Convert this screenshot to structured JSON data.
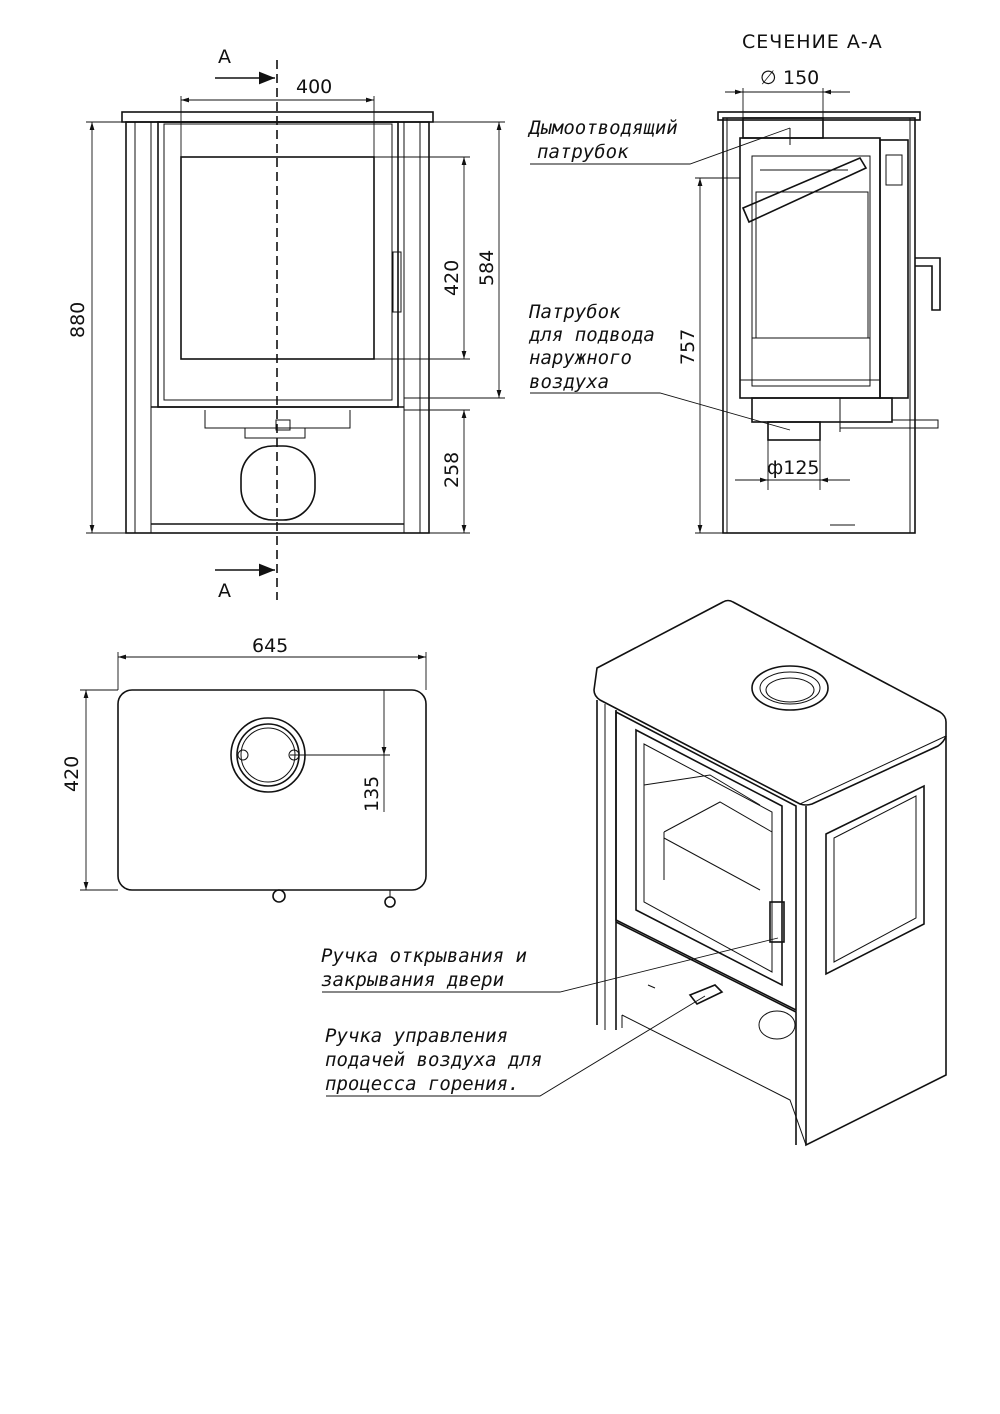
{
  "section_title": "СЕЧЕНИЕ А-А",
  "section_mark_top": "А",
  "section_mark_bottom": "А",
  "front_view": {
    "dim_top_width": "400",
    "dim_height_total": "880",
    "dim_glass_height": "420",
    "dim_door_height": "584",
    "dim_base_height": "258"
  },
  "section_view": {
    "dim_flue_diameter_symbol": "∅",
    "dim_flue_diameter": "150",
    "dim_air_inlet_diameter": "ф125",
    "dim_inlet_height": "757",
    "label_flue_line1": "Дымоотводящий",
    "label_flue_line2": "патрубок",
    "label_air_line1": "Патрубок",
    "label_air_line2": "для подвода",
    "label_air_line3": "наружного",
    "label_air_line4": "воздуха"
  },
  "top_view": {
    "dim_width": "645",
    "dim_depth": "420",
    "dim_flue_offset": "135"
  },
  "perspective_view": {
    "label_door_handle_line1": "Ручка открывания и",
    "label_door_handle_line2": "закрывания двери",
    "label_air_control_line1": "Ручка управления",
    "label_air_control_line2": "подачей воздуха для",
    "label_air_control_line3": "процесса горения."
  }
}
